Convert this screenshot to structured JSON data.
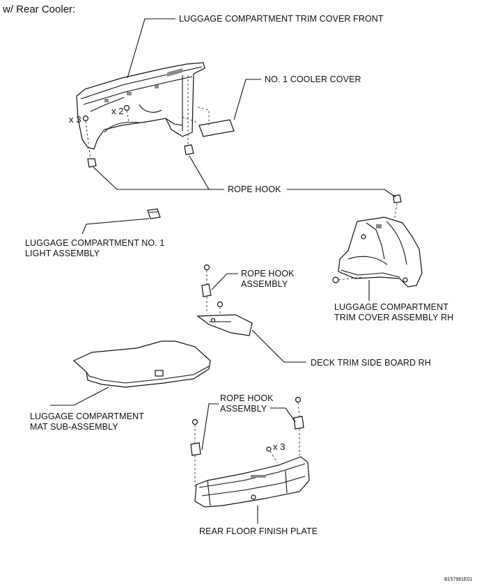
{
  "header": "w/ Rear Cooler:",
  "labels": {
    "trim_cover_front": "LUGGAGE COMPARTMENT TRIM COVER FRONT",
    "cooler_cover": "NO. 1 COOLER COVER",
    "rope_hook": "ROPE HOOK",
    "light_assembly_1": "LUGGAGE COMPARTMENT NO. 1",
    "light_assembly_2": "LIGHT ASSEMBLY",
    "rope_hook_assembly_a1": "ROPE HOOK",
    "rope_hook_assembly_a2": "ASSEMBLY",
    "trim_cover_rh_1": "LUGGAGE COMPARTMENT",
    "trim_cover_rh_2": "TRIM COVER ASSEMBLY RH",
    "deck_trim": "DECK TRIM SIDE BOARD RH",
    "mat_1": "LUGGAGE COMPARTMENT",
    "mat_2": "MAT SUB-ASSEMBLY",
    "rope_hook_assembly_b1": "ROPE HOOK",
    "rope_hook_assembly_b2": "ASSEMBLY",
    "finish_plate": "REAR FLOOR FINISH PLATE"
  },
  "quantities": {
    "x3_left": "x 3",
    "x2": "x 2",
    "x3_bottom": "x 3"
  },
  "figure_code": "B157981E01"
}
